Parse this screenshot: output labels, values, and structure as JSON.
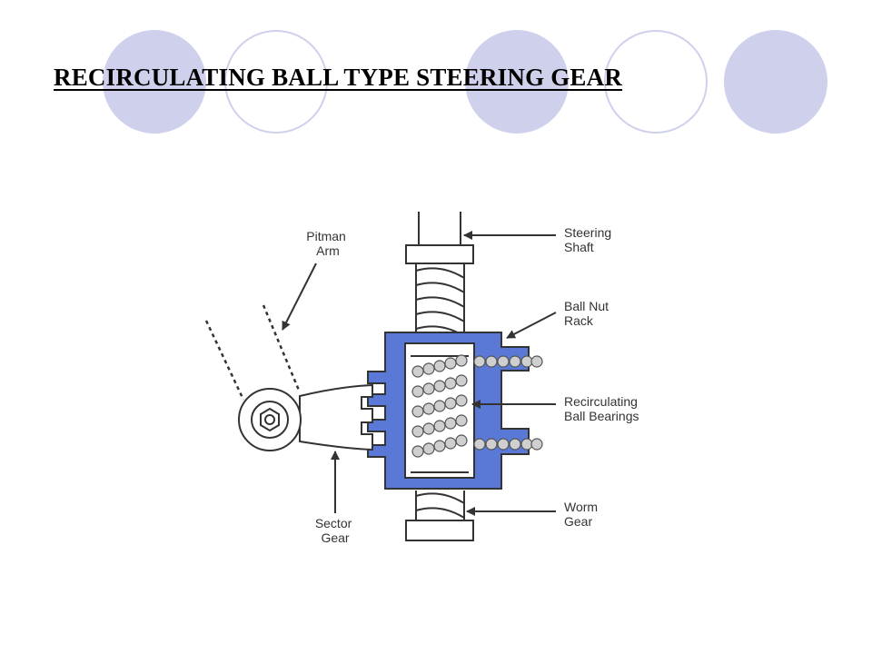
{
  "slide": {
    "title": "RECIRCULATING BALL TYPE STEERING GEAR",
    "accent_color": "#cfd0ec"
  },
  "diagram": {
    "labels": {
      "pitman_arm": [
        "Pitman",
        "Arm"
      ],
      "steering_shaft": [
        "Steering",
        "Shaft"
      ],
      "ball_nut_rack": [
        "Ball Nut",
        "Rack"
      ],
      "recirculating_ball_bearings": [
        "Recirculating",
        "Ball Bearings"
      ],
      "worm_gear": [
        "Worm",
        "Gear"
      ],
      "sector_gear": [
        "Sector",
        "Gear"
      ]
    },
    "colors": {
      "ball_nut": "#5a78d6",
      "outline": "#333333",
      "balls": "#cfcfcf"
    }
  }
}
